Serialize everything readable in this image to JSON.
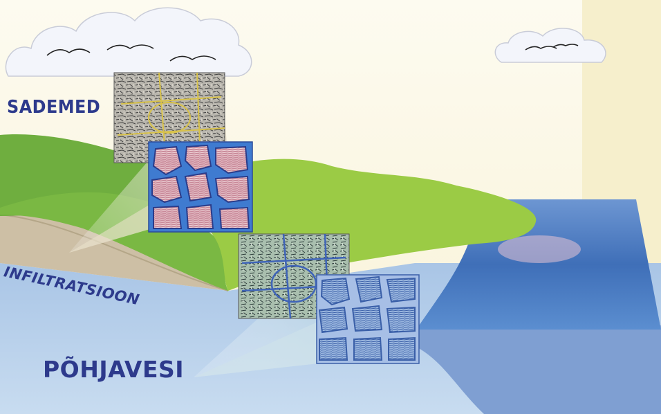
{
  "labels": {
    "precipitation": "SADEMED",
    "infiltration": "INFILTRATSIOON",
    "groundwater": "PÕHJAVESI"
  },
  "colors": {
    "sky": "#fbf7e2",
    "hill_green": "#8ac34a",
    "soil": "#cdbfa5",
    "groundwater": "#b7d0ea",
    "lake": "#4f7fc4",
    "label_text": "#2d3a8c"
  },
  "icons": [
    "cloud-icon",
    "bird-icon"
  ]
}
